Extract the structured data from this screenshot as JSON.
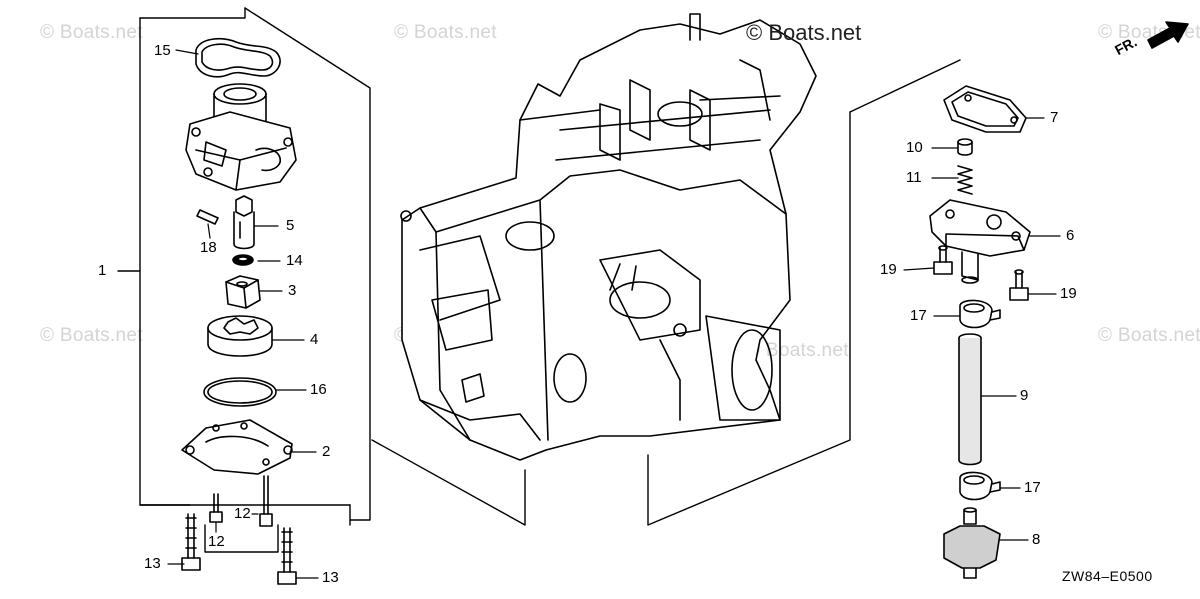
{
  "watermark": "© Boats.net",
  "copyright": "© Boats.net",
  "orientation_label": "FR.",
  "diagram_code": "ZW84–E0500",
  "callouts": {
    "c1": "1",
    "c2": "2",
    "c3": "3",
    "c4": "4",
    "c5": "5",
    "c6": "6",
    "c7": "7",
    "c8": "8",
    "c9": "9",
    "c10": "10",
    "c11": "11",
    "c12a": "12",
    "c12b": "12",
    "c13a": "13",
    "c13b": "13",
    "c14": "14",
    "c15": "15",
    "c16": "16",
    "c17a": "17",
    "c17b": "17",
    "c18": "18",
    "c19a": "19",
    "c19b": "19"
  }
}
